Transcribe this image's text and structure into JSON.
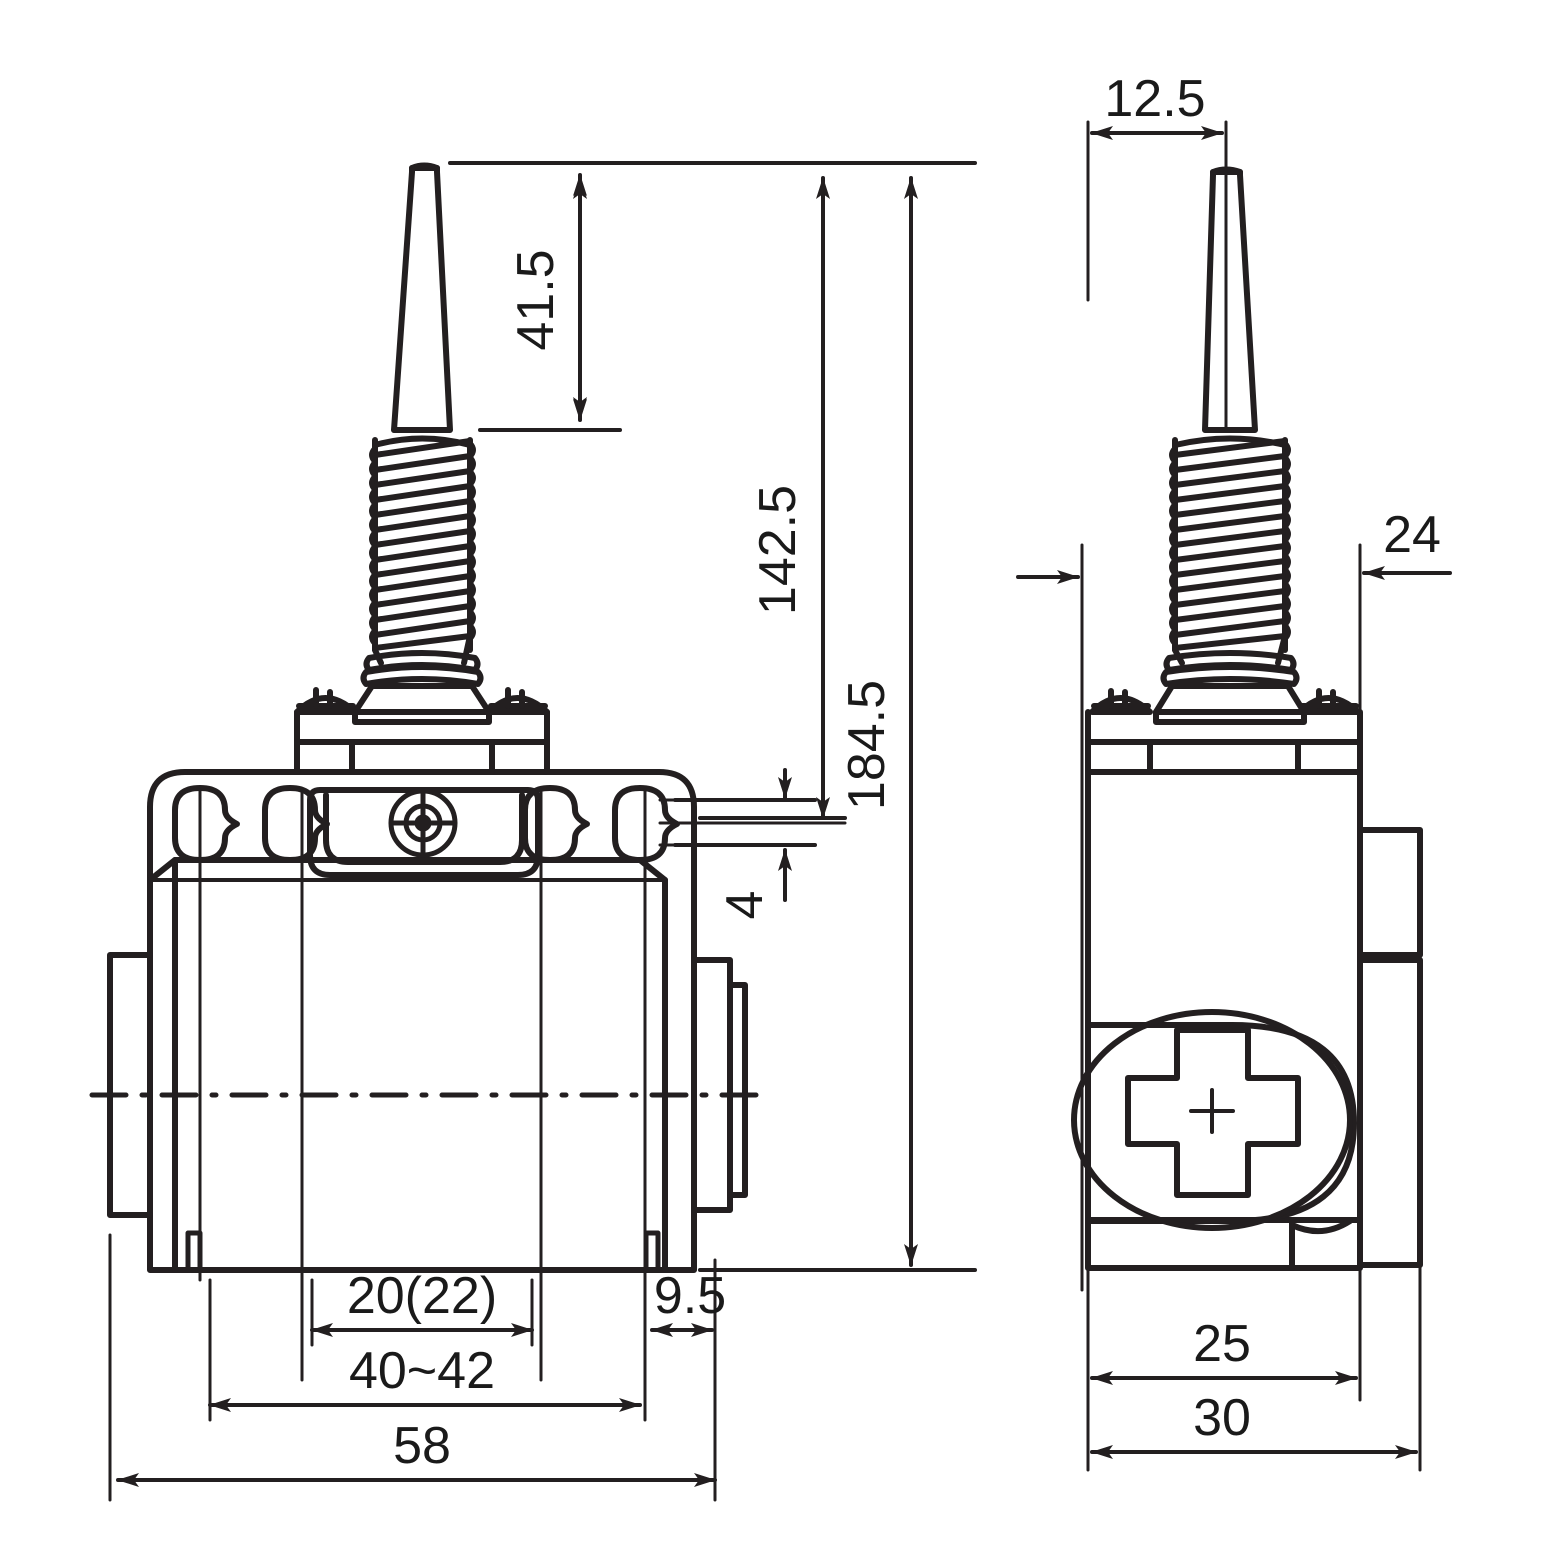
{
  "drawing": {
    "title": "Limit Switch Dimensional Drawing",
    "line_color": "#231f20",
    "background": "#ffffff",
    "views": [
      {
        "name": "front-view",
        "label": ""
      },
      {
        "name": "side-view",
        "label": ""
      }
    ]
  },
  "dimensions": {
    "front": {
      "spring_rod_length": "41.5",
      "rod_to_mount_hole": "142.5",
      "overall_height": "184.5",
      "hole_offset": "4",
      "hole_spacing_inner": "20(22)",
      "hole_spacing_outer": "40~42",
      "body_width": "58",
      "right_edge_offset": "9.5"
    },
    "side": {
      "rod_offset": "12.5",
      "top_offset": "24",
      "body_depth": "25",
      "overall_depth": "30"
    }
  },
  "features": {
    "coil_spring": "coil-spring",
    "actuator_rod": "actuator-rod",
    "mounting_hole": "mounting-hole",
    "center_screw": "center-target-screw",
    "phillips_screw": "phillips-screw",
    "cable_gland": "cable-gland",
    "fixing_screw": "fixing-screw",
    "centerline": "centerline"
  }
}
